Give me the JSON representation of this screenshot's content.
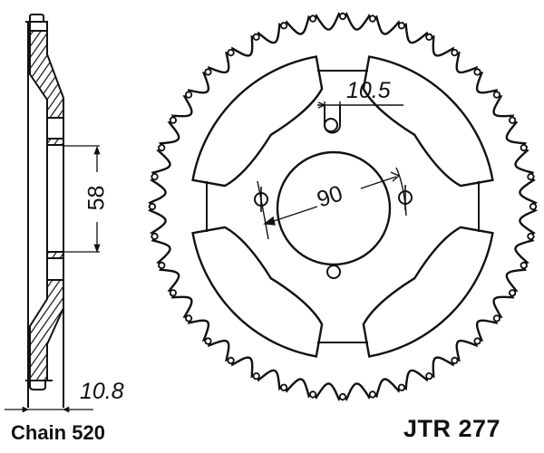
{
  "part": {
    "model": "JTR 277",
    "chain_label": "Chain 520"
  },
  "dimensions": {
    "bolt_slot_width": "10.5",
    "pcd": "90",
    "center_bore": "58",
    "thickness": "10.8"
  },
  "views": {
    "side_section": "cross-section view",
    "front": "sprocket front view"
  },
  "sprocket": {
    "teeth": 40,
    "bolt_holes": 4,
    "cutouts": 4
  },
  "colors": {
    "line": "#111111",
    "background": "#ffffff"
  }
}
